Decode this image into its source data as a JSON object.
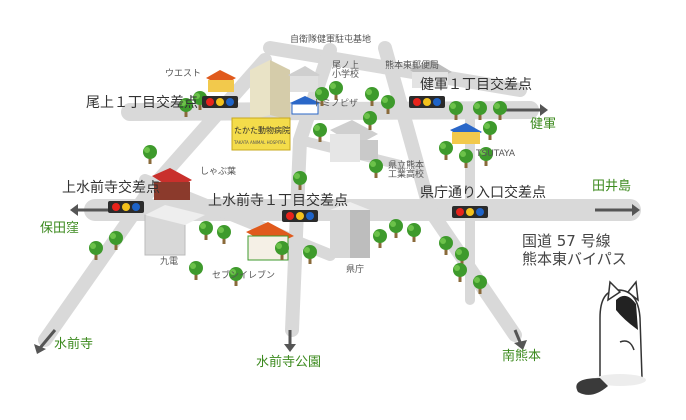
{
  "labels": {
    "jieitai": "自衛隊健軍駐屯基地",
    "wendy": "ウエスト",
    "onoue_school": "尾ノ上\n小学校",
    "kumamoto_east_post": "熊本東郵便局",
    "kengun1_cross": "健軍１丁目交差点",
    "onoue1_cross": "尾上１丁目交差点",
    "tomino_pizza": "トミノピザ",
    "kengun": "健軍",
    "tsutaya": "TSUTAYA",
    "shabuyo": "しゃぶ葉",
    "kamimizu_cross": "上水前寺交差点",
    "kamimizu1_cross": "上水前寺１丁目交差点",
    "kenritsu_hs": "県立熊本\n工業高校",
    "kencho_iriguchi": "県庁通り入口交差点",
    "taiijima": "田井島",
    "hotakubo": "保田窪",
    "kyuden": "九電",
    "seven": "セブンイレブン",
    "kencho": "県庁",
    "route57": "国道 57 号線",
    "bypass": "熊本東バイパス",
    "suizenji": "水前寺",
    "suizenji_park": "水前寺公園",
    "minami_kumamoto": "南熊本",
    "hospital_sign": "たかた動物病院",
    "hospital_sub": "TAKATA ANIMAL HOSPITAL"
  },
  "colors": {
    "road": "#d9d9d9",
    "dest_text": "#3c8a1e",
    "tree": "#3e9a2c",
    "signal_red": "#e8231b",
    "signal_yellow": "#f4c21c",
    "signal_blue": "#1e63c8"
  },
  "icons": {
    "traffic_light": "traffic-light-icon",
    "tree": "tree-icon",
    "arrow": "direction-arrow-icon",
    "cat": "cat-illustration"
  }
}
